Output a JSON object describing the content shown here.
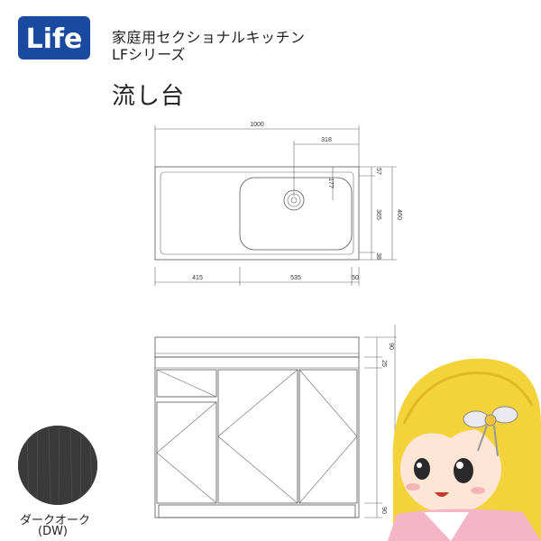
{
  "brand": {
    "logo_text": "Life"
  },
  "header": {
    "series_line1": "家庭用セクショナルキッチン",
    "series_line2": "LFシリーズ",
    "product_name": "流し台"
  },
  "top_view": {
    "width_total": "1000",
    "drain_offset": "318",
    "drain_depth": "177",
    "depth_top": "57",
    "depth_inner": "365",
    "depth_total": "460",
    "depth_bottom": "38",
    "left_width": "415",
    "bowl_width": "535",
    "right_width": "50"
  },
  "front_view": {
    "top_height": "90",
    "drawer_height": "25",
    "base_height": "90"
  },
  "swatch": {
    "color_name": "ダークオーク",
    "color_code": "(DW)",
    "color": "#3a3a3a"
  }
}
